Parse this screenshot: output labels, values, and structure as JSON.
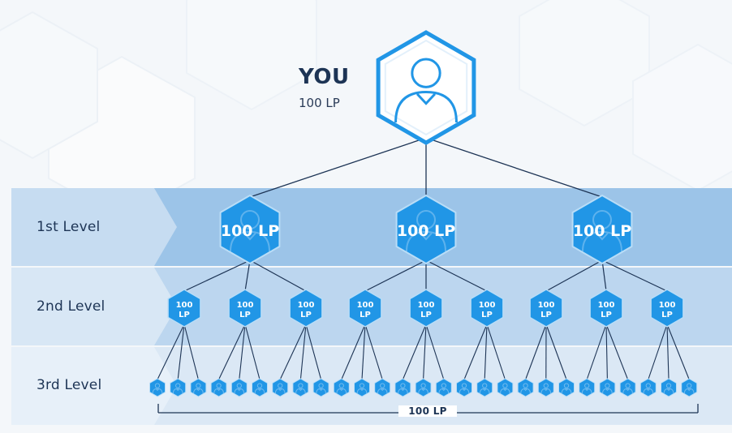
{
  "you": {
    "title": "YOU",
    "points": "100 LP",
    "icon": "person-icon"
  },
  "levels": [
    {
      "label": "1st Level",
      "node_label": "100 LP",
      "node_count": 3
    },
    {
      "label": "2nd Level",
      "node_label_top": "100",
      "node_label_bottom": "LP",
      "node_count": 9
    },
    {
      "label": "3rd Level",
      "node_count": 27
    }
  ],
  "third_level_total": "100 LP",
  "colors": {
    "hex_fill": "#2196e6",
    "hex_stroke_light": "#b9ddf7",
    "band_1": "#9cc4e8",
    "band_2": "#bcd6ef",
    "band_3": "#dbe8f5",
    "label_panel_1": "#c6dcf1",
    "label_panel_2": "#d8e7f5",
    "label_panel_3": "#e7f0f9",
    "text_dark": "#1d3455",
    "line": "#1d3455"
  }
}
